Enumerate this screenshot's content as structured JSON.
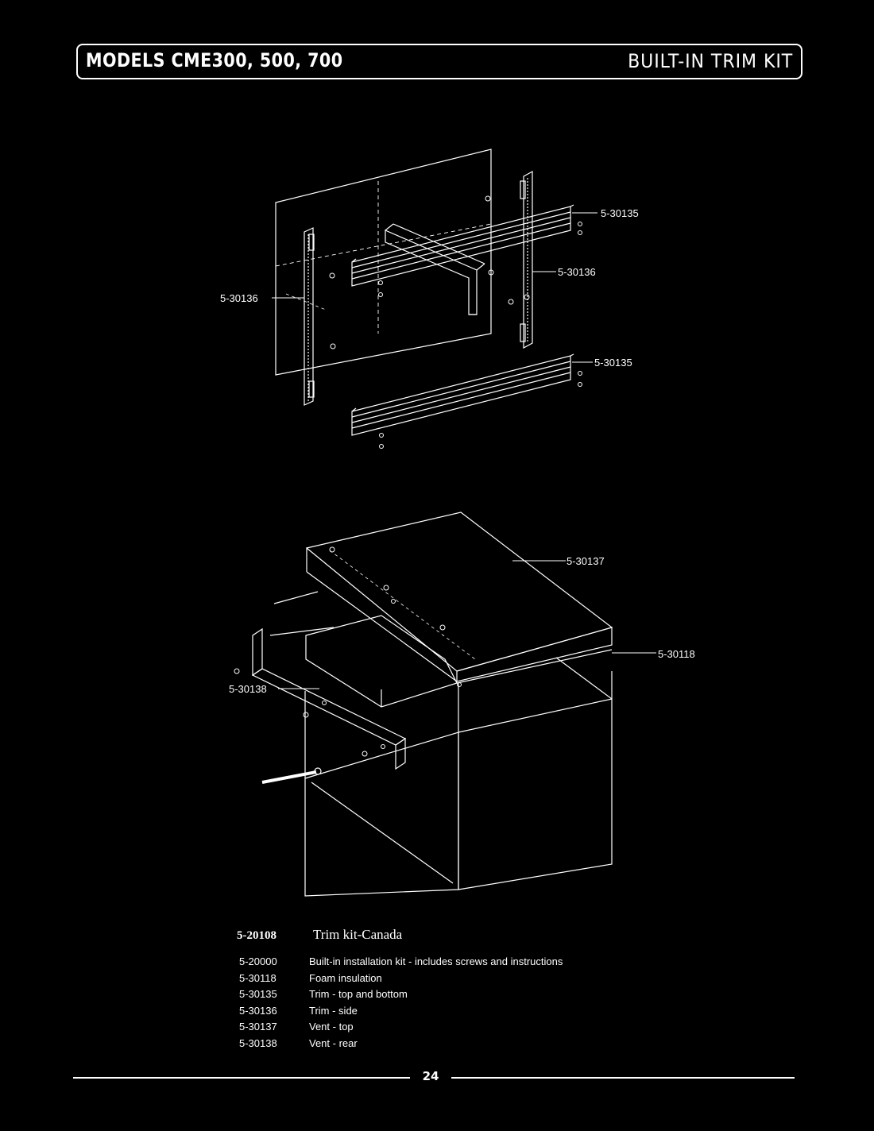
{
  "header": {
    "models": "MODELS CME300, 500, 700",
    "section": "BUILT-IN TRIM KIT"
  },
  "callouts": {
    "trim_top": "5-30135",
    "trim_side_right": "5-30136",
    "trim_side_left": "5-30136",
    "trim_bottom": "5-30135",
    "vent_top": "5-30137",
    "foam": "5-30118",
    "vent_rear": "5-30138"
  },
  "kit": {
    "number": "5-20108",
    "label": "Trim kit-Canada"
  },
  "parts": [
    {
      "number": "5-20000",
      "description": "Built-in installation kit - includes screws and instructions"
    },
    {
      "number": "5-30118",
      "description": "Foam insulation"
    },
    {
      "number": "5-30135",
      "description": "Trim - top and bottom"
    },
    {
      "number": "5-30136",
      "description": "Trim - side"
    },
    {
      "number": "5-30137",
      "description": "Vent - top"
    },
    {
      "number": "5-30138",
      "description": "Vent - rear"
    }
  ],
  "footer": {
    "page_number": "24"
  }
}
